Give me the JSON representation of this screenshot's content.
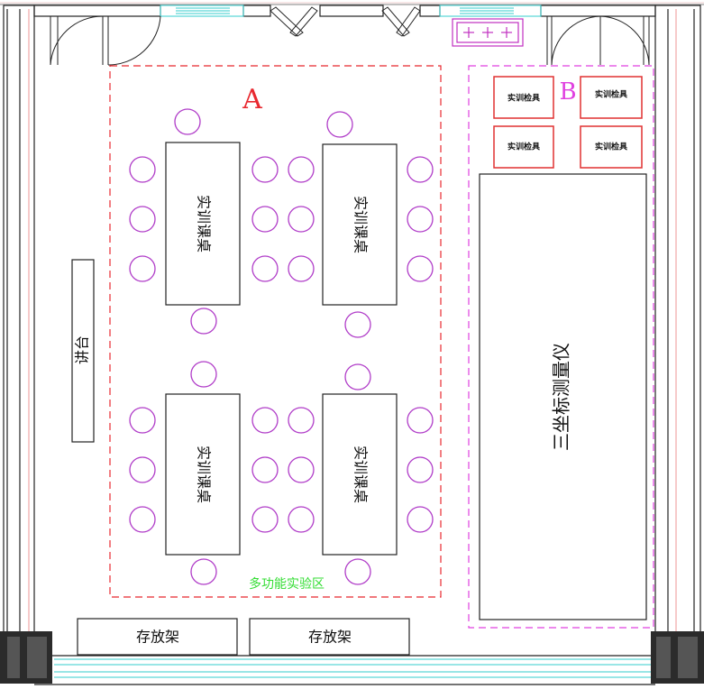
{
  "zones": {
    "a_label": "A",
    "b_label": "B",
    "a_name": "多功能实验区"
  },
  "furniture": {
    "podium": "讲台",
    "table_label": "实训课桌",
    "storage_left": "存放架",
    "storage_right": "存放架",
    "instrument": "三坐标测量仪",
    "tool_labels": [
      "实训检具",
      "实训检具",
      "实训检具",
      "实训检具"
    ]
  },
  "colors": {
    "zone_a": "#e8282f",
    "zone_b": "#e040e0",
    "chairs": "#b03cc8",
    "zone_a_name": "#33dd33",
    "window": "#33cccc",
    "wall": "#222222",
    "tool_box": "#e03030"
  }
}
